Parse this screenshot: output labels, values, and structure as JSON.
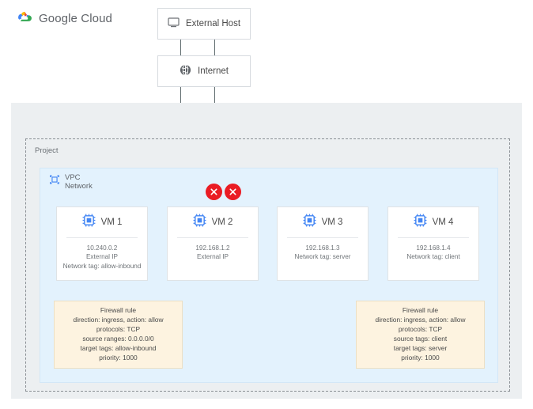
{
  "diagram": {
    "external_host": {
      "label": "External Host",
      "icon": "monitor-icon"
    },
    "internet": {
      "label": "Internet",
      "icon": "globe-icon"
    },
    "google_cloud": {
      "title_google": "Google",
      "title_cloud": "Cloud",
      "icon": "google-cloud-logo"
    },
    "project": {
      "label": "Project"
    },
    "vpc": {
      "line1": "VPC",
      "line2": "Network",
      "icon": "vpc-network-icon"
    },
    "vms": [
      {
        "name": "VM 1",
        "ip": "10.240.0.2",
        "line2": "External IP",
        "line3": "Network tag: allow-inbound",
        "icon": "cpu-chip-icon"
      },
      {
        "name": "VM 2",
        "ip": "192.168.1.2",
        "line2": "External IP",
        "line3": "",
        "icon": "cpu-chip-icon"
      },
      {
        "name": "VM 3",
        "ip": "192.168.1.3",
        "line2": "Network tag: server",
        "line3": "",
        "icon": "cpu-chip-icon"
      },
      {
        "name": "VM 4",
        "ip": "192.168.1.4",
        "line2": "Network tag: client",
        "line3": "",
        "icon": "cpu-chip-icon"
      }
    ],
    "firewall_rules": [
      {
        "title": "Firewall rule",
        "text": "Firewall rule\ndirection: ingress, action: allow\nprotocols: TCP\nsource ranges: 0.0.0.0/0\ntarget tags: allow-inbound\npriority: 1000"
      },
      {
        "title": "Firewall rule",
        "text": "Firewall rule\ndirection: ingress, action: allow\nprotocols: TCP\nsource tags: client\ntarget tags: server\npriority: 1000"
      }
    ],
    "blocked_markers": [
      {
        "icon": "blocked-x-icon",
        "label": "x"
      },
      {
        "icon": "blocked-x-icon",
        "label": "x"
      }
    ],
    "colors": {
      "google_cloud_bg": "#eceff1",
      "vpc_bg": "#e3f2fd",
      "firewall_bg": "#fdf3e0",
      "blocked_red": "#ea1c24",
      "wire": "#5f6b6e",
      "chip_blue": "#4285f4"
    }
  }
}
